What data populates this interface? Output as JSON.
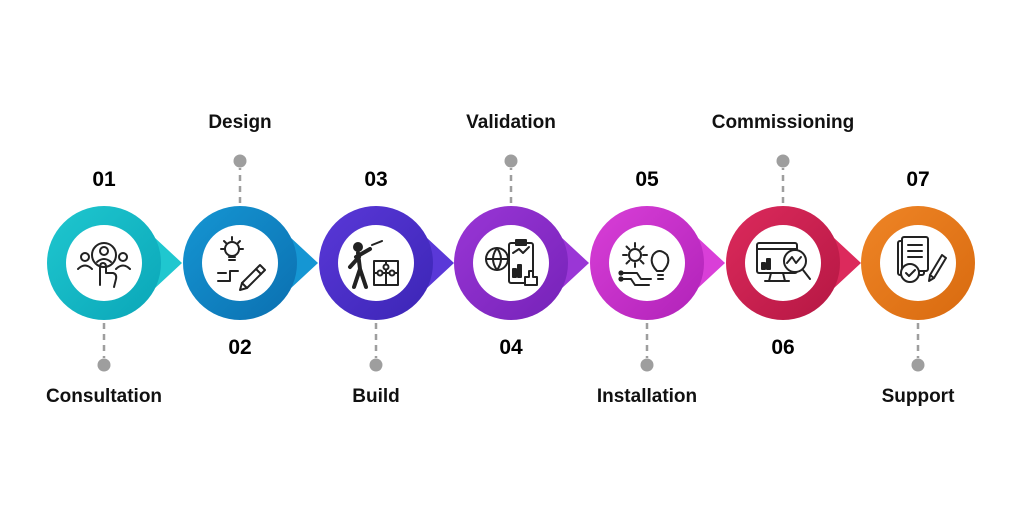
{
  "steps": [
    {
      "number": "01",
      "label": "Consultation",
      "color": "#1fc7cf",
      "dark": "#0aa6b8",
      "icon": "consultation-touch-icon"
    },
    {
      "number": "02",
      "label": "Design",
      "color": "#1596d3",
      "dark": "#0b6fb0",
      "icon": "design-lightbulb-pencil-icon"
    },
    {
      "number": "03",
      "label": "Build",
      "color": "#5a38d8",
      "dark": "#3b25b5",
      "icon": "build-puzzle-icon"
    },
    {
      "number": "04",
      "label": "Validation",
      "color": "#9a36d6",
      "dark": "#7522b8",
      "icon": "validation-report-icon"
    },
    {
      "number": "05",
      "label": "Installation",
      "color": "#d93fd8",
      "dark": "#b022b8",
      "icon": "installation-gear-bulb-icon"
    },
    {
      "number": "06",
      "label": "Commissioning",
      "color": "#dc2a5c",
      "dark": "#b51743",
      "icon": "commissioning-monitor-magnifier-icon"
    },
    {
      "number": "07",
      "label": "Support",
      "color": "#ef8526",
      "dark": "#d86a0f",
      "icon": "support-document-icon"
    }
  ]
}
